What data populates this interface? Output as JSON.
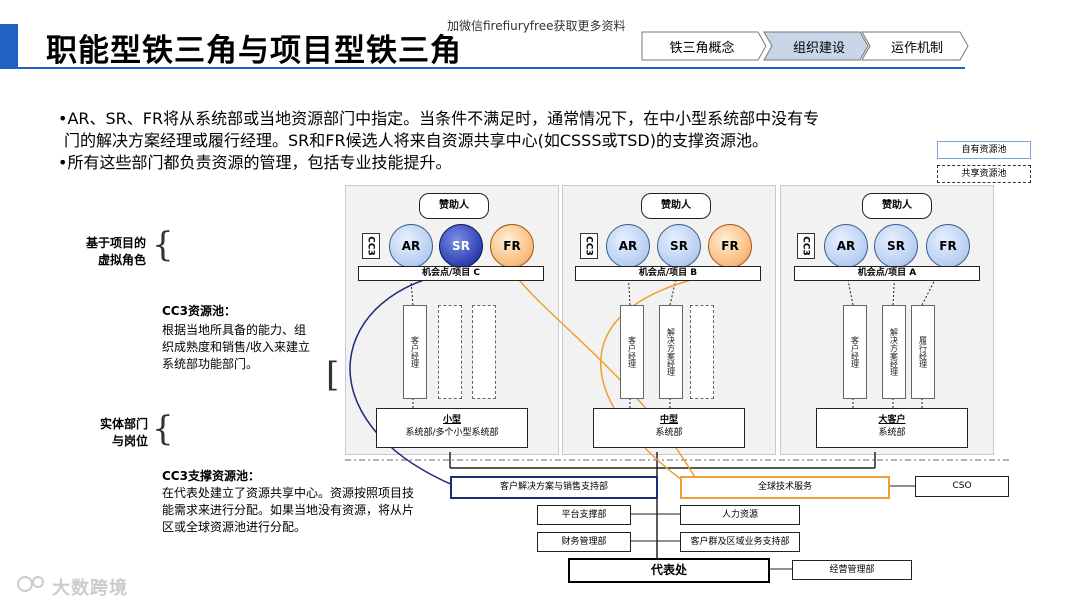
{
  "header": {
    "title": "职能型铁三角与项目型铁三角",
    "watermark": "加微信fireﬁuryfree获取更多资料",
    "tabs": [
      {
        "label": "铁三角概念",
        "active": false
      },
      {
        "label": "组织建设",
        "active": true
      },
      {
        "label": "运作机制",
        "active": false
      }
    ]
  },
  "bullets": [
    "•AR、SR、FR将从系统部或当地资源部门中指定。当条件不满足时，通常情况下，在中小型系统部中没有专",
    "  门的解决方案经理或履行经理。SR和FR候选人将来自资源共享中心(如CSSS或TSD)的支撑资源池。",
    "•所有这些部门都负责资源的管理，包括专业技能提升。"
  ],
  "legend": {
    "own": "自有资源池",
    "shared": "共享资源池"
  },
  "left_labels": {
    "virtual_role": [
      "基于项目的",
      "虚拟角色"
    ],
    "cc3_pool_title": "CC3资源池：",
    "cc3_pool_desc": [
      "根据当地所具备的能力、组",
      "织成熟度和销售/收入来建立",
      "系统部功能部门。"
    ],
    "entity": [
      "实体部门",
      "与岗位"
    ],
    "support_title": "CC3支撑资源池：",
    "support_desc": [
      "在代表处建立了资源共享中心。资源按照项目技",
      "能需求来进行分配。如果当地没有资源，将从片",
      "区或全球资源池进行分配。"
    ]
  },
  "panels": [
    {
      "sponsor": "赞助人",
      "cc3": "CC3",
      "roles": [
        "AR",
        "SR",
        "FR"
      ],
      "opportunity": "机会点/项目 C",
      "dept_bold": "小型",
      "dept_sub": "系统部/多个小型系统部",
      "pools": [
        "客户经理",
        "",
        ""
      ]
    },
    {
      "sponsor": "赞助人",
      "cc3": "CC3",
      "roles": [
        "AR",
        "SR",
        "FR"
      ],
      "opportunity": "机会点/项目 B",
      "dept_bold": "中型",
      "dept_sub": "系统部",
      "pools": [
        "客户经理",
        "解决方案经理",
        ""
      ]
    },
    {
      "sponsor": "赞助人",
      "cc3": "CC3",
      "roles": [
        "AR",
        "SR",
        "FR"
      ],
      "opportunity": "机会点/项目 A",
      "dept_bold": "大客户",
      "dept_sub": "系统部",
      "pools": [
        "客户经理",
        "解决方案经理",
        "履行经理"
      ]
    }
  ],
  "support": {
    "csss": "客户解决方案与销售支持部",
    "tsd": "全球技术服务",
    "cso": "CSO",
    "platform": "平台支撑部",
    "hr": "人力资源",
    "finance": "财务管理部",
    "customer_group": "客户群及区域业务支持部",
    "office": "代表处",
    "business_mgmt": "经营管理部"
  },
  "footer_logo": "大数跨境",
  "colors": {
    "accent": "#1f62c4",
    "navy": "#1f2a7a",
    "orange": "#f0a030"
  }
}
